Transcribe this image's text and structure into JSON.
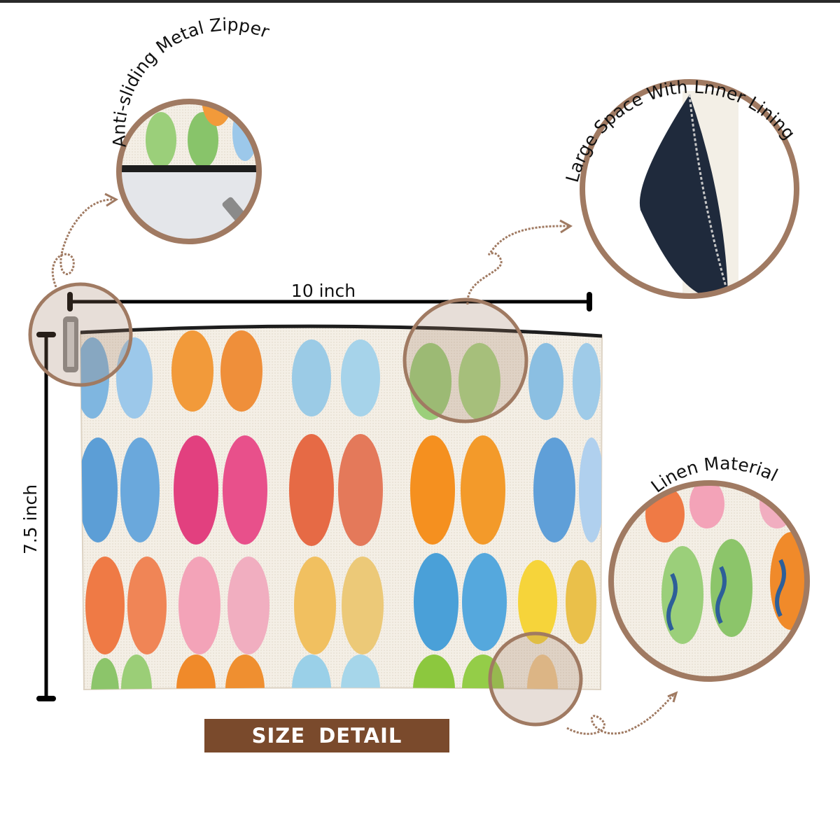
{
  "labels": {
    "zipper": "Anti-sliding Metal Zipper",
    "space": "Large Space With Lnner Lining",
    "material": "Linen Material"
  },
  "dimensions": {
    "width": "10 inch",
    "height": "7.5 inch"
  },
  "banner": {
    "text": "SIZE  DETAIL"
  },
  "colors": {
    "ring": "#a07a62",
    "banner": "#7a4a2c",
    "linen": "#f4efe6",
    "lining": "#1f2a3c"
  },
  "icons": {
    "arrows": "curly-arrow-icon"
  }
}
